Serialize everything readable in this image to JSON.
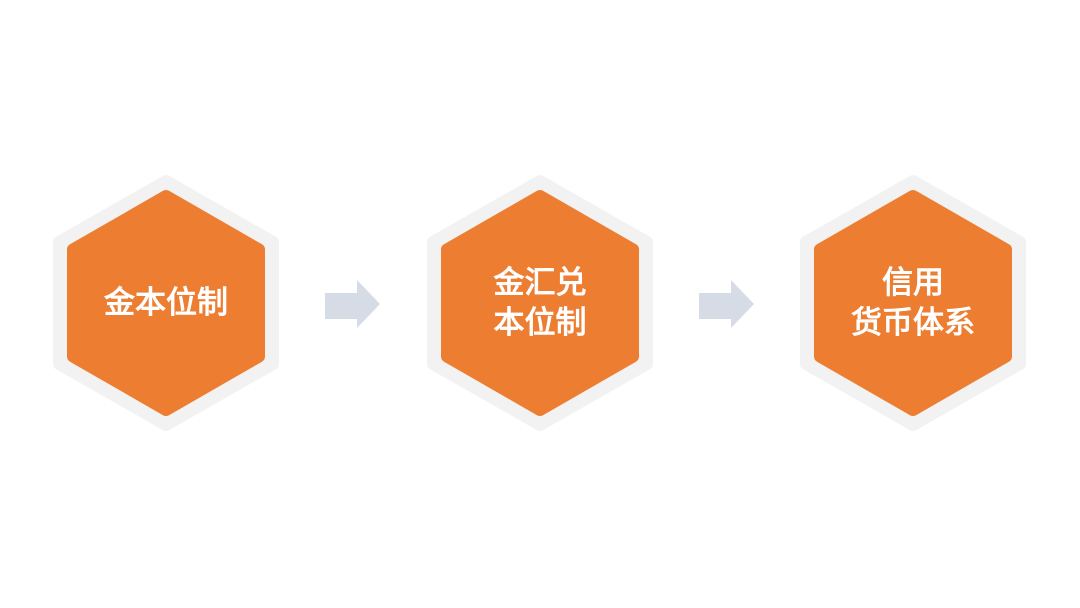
{
  "colors": {
    "outer": "#f2f2f2",
    "hex": "#ed7d31",
    "arrow": "#d6dce5",
    "text": "#ffffff"
  },
  "stages": [
    {
      "lines": [
        "金本位制"
      ]
    },
    {
      "lines": [
        "金汇兑",
        "本位制"
      ]
    },
    {
      "lines": [
        "信用",
        "货币体系"
      ]
    }
  ]
}
